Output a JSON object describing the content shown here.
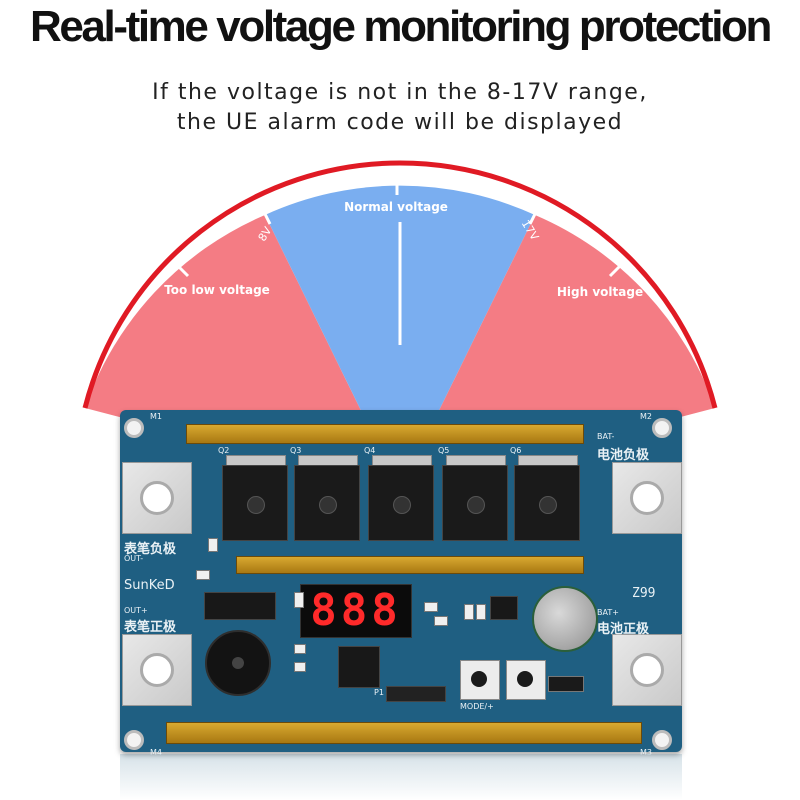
{
  "headline": "Real-time voltage monitoring protection",
  "subtitle_line1": "If the voltage is not in the 8-17V range,",
  "subtitle_line2": "the UE alarm code will be displayed",
  "gauge": {
    "normal_label": "Normal voltage",
    "low_label": "Too low voltage",
    "high_label": "High voltage",
    "low_threshold": "8V",
    "high_threshold": "17V",
    "colors": {
      "normal": "#7aaef0",
      "warning": "#f47c84",
      "edge": "#e01a24"
    }
  },
  "board": {
    "display_value": "888",
    "model": "Z99",
    "brand": "SunKeD",
    "bat_minus": "BAT-",
    "bat_minus_cn": "电池负极",
    "bat_plus": "BAT+",
    "bat_plus_cn": "电池正极",
    "out_minus": "OUT-",
    "out_minus_cn": "表笔负极",
    "out_plus": "OUT+",
    "out_plus_cn": "表笔正极",
    "mode_label": "MODE/+",
    "mount_labels": [
      "M1",
      "M2",
      "M3",
      "M4"
    ],
    "mosfet_labels": [
      "Q2",
      "Q3",
      "Q4",
      "Q5",
      "Q6"
    ],
    "header_label": "P1",
    "colors": {
      "pcb": "#1f5f82",
      "copper_bar": "#c9961f",
      "led": "#ff2a2a"
    }
  }
}
